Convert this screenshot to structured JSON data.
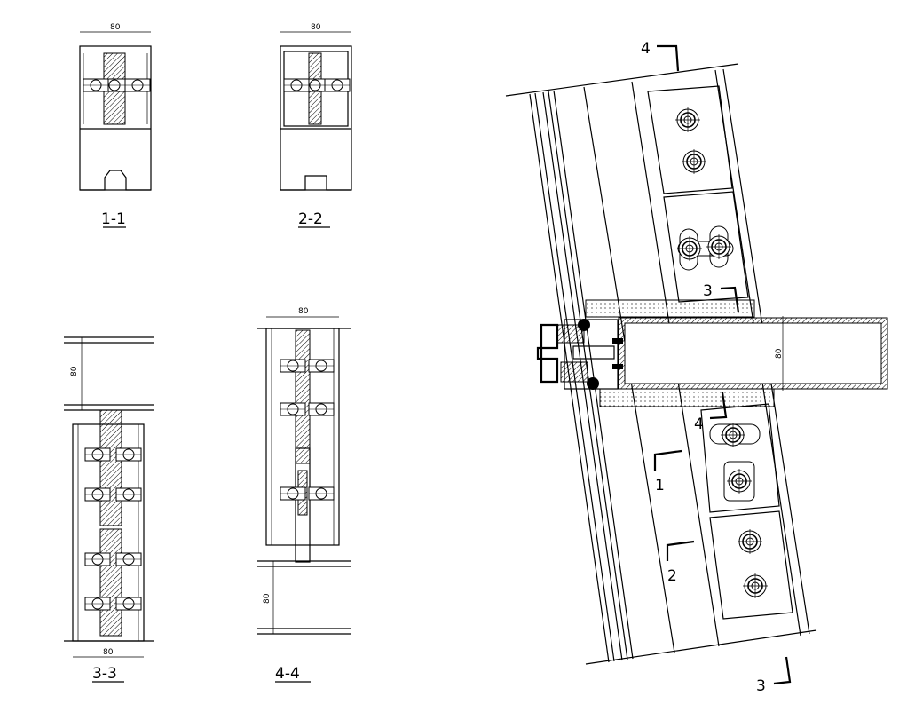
{
  "drawing": {
    "section_labels": {
      "s11": "1-1",
      "s22": "2-2",
      "s33": "3-3",
      "s44": "4-4"
    },
    "dimensions": {
      "d11": "80",
      "d22": "80",
      "d33_height": "80",
      "d33_width": "80",
      "d44_width": "80",
      "d44_height": "80",
      "main_tube": "80"
    },
    "cut_markers": {
      "top4": "4",
      "mid3": "3",
      "mid4": "4",
      "cut1": "1",
      "cut2": "2",
      "bottom3": "3"
    }
  }
}
